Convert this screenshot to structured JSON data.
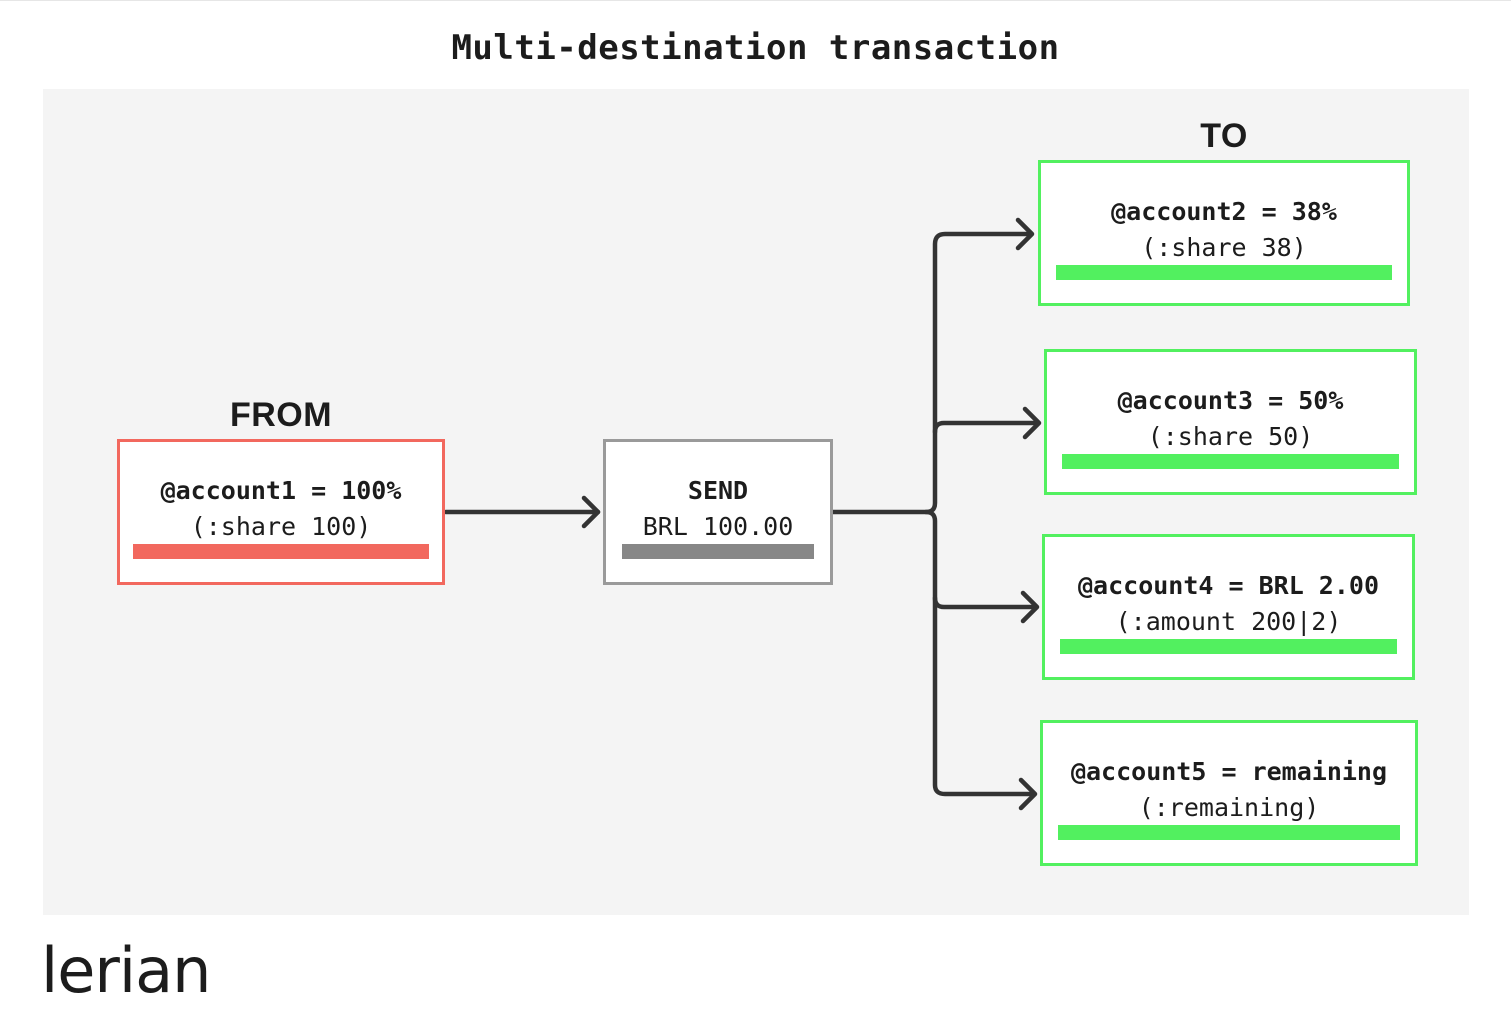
{
  "title": "Multi-destination transaction",
  "labels": {
    "from": "FROM",
    "to": "TO"
  },
  "source": {
    "account": "@account1 = 100%",
    "rule": "(:share 100)"
  },
  "send": {
    "label": "SEND",
    "amount": "BRL 100.00"
  },
  "destinations": [
    {
      "account": "@account2 = 38%",
      "rule": "(:share 38)"
    },
    {
      "account": "@account3 = 50%",
      "rule": "(:share 50)"
    },
    {
      "account": "@account4 = BRL 2.00",
      "rule": "(:amount 200|2)"
    },
    {
      "account": "@account5 = remaining",
      "rule": "(:remaining)"
    }
  ],
  "logo": "lerian",
  "colors": {
    "source": "#f2685e",
    "send": "#878787",
    "destination": "#52f05f",
    "connector": "#333333",
    "panel": "#f4f4f4"
  }
}
